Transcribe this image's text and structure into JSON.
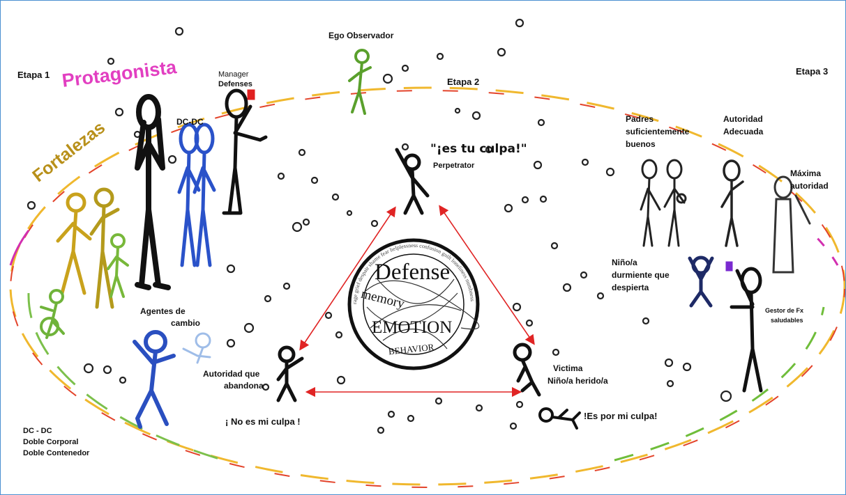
{
  "stages": {
    "stage1": "Etapa 1",
    "stage2": "Etapa 2",
    "stage3": "Etapa 3"
  },
  "stage1": {
    "protagonista": "Protagonista",
    "fortalezas": "Fortalezas",
    "dcdc": "DC-DC",
    "manager_line1": "Manager",
    "manager_line2": "Defenses",
    "agentes_line1": "Agentes de",
    "agentes_line2": "cambio",
    "legend_line1": "DC - DC",
    "legend_line2": "Doble Corporal",
    "legend_line3": "Doble Contenedor"
  },
  "stage2": {
    "ego": "Ego Observador",
    "perpetrator_quote": "\"¡es tu culpa!\"",
    "perpetrator_label": "Perpetrator",
    "autoridad_line1": "Autoridad que",
    "autoridad_line2": "abandona",
    "no_es_culpa": "¡ No es mi culpa !",
    "victima_line1": "Victima",
    "victima_line2": "Niño/a herido/a",
    "es_culpa": "!Es por mi culpa!"
  },
  "disc": {
    "defense": "Defense",
    "memory": "memory",
    "emotion": "EMOTION",
    "behavior": "BEHAVIOR",
    "ring_words": "rage  grief  despair  shame  fear  helplessness  confusion  guilt  loneliness  numbness"
  },
  "stage3": {
    "padres_line1": "Padres",
    "padres_line2": "suficientemente",
    "padres_line3": "buenos",
    "autoridad_line1": "Autoridad",
    "autoridad_line2": "Adecuada",
    "maxima_line1": "Máxima",
    "maxima_line2": "autoridad",
    "nino_line1": "Niño/a",
    "nino_line2": "durmiente que",
    "nino_line3": "despierta",
    "gestor_line1": "Gestor de Fx",
    "gestor_line2": "saludables"
  },
  "colors": {
    "protagonista": "#e23fc1",
    "fortalezas": "#b8901a",
    "dcdc_blue": "#2a52c9",
    "ego_green": "#5aa02c",
    "arrow_red": "#e02424",
    "manager_red": "#e02020",
    "gestor_purple": "#7a2ad0"
  }
}
